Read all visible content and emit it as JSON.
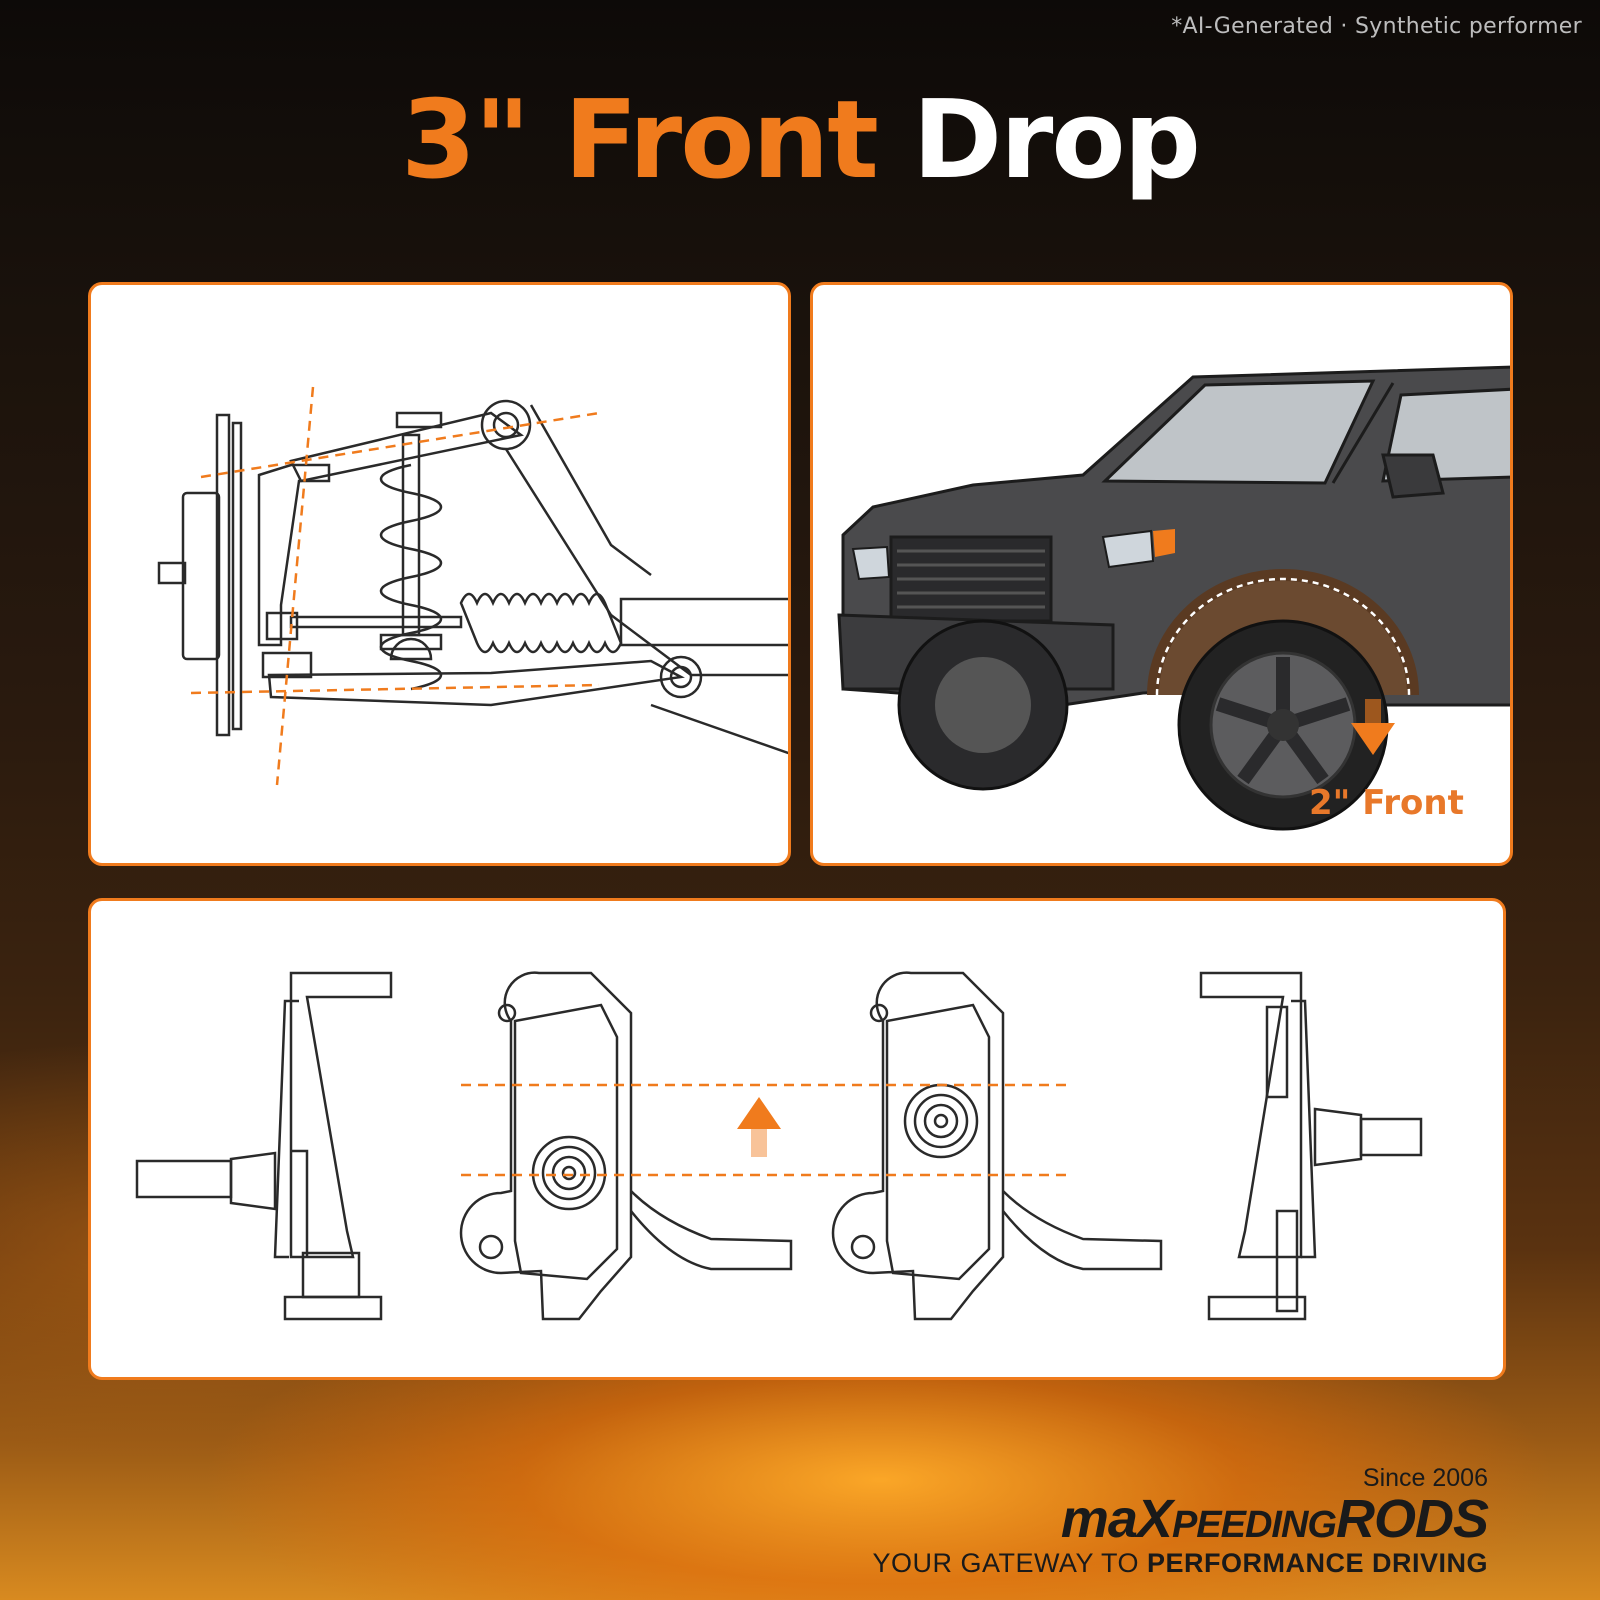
{
  "watermark": "*AI-Generated · Synthetic performer",
  "title": {
    "part1": "3\" Front",
    "part2": "Drop"
  },
  "panel_truck": {
    "label": "2\" Front"
  },
  "logo": {
    "since": "Since 2006",
    "brand_prefix": "maX",
    "brand_middle": "PEEDING",
    "brand_suffix": "RODS",
    "tagline_normal": "YOUR GATEWAY TO ",
    "tagline_bold": "PERFORMANCE DRIVING"
  },
  "colors": {
    "accent": "#f07b1d",
    "truck": "#4a4a4c",
    "background_dark": "#120d09"
  }
}
